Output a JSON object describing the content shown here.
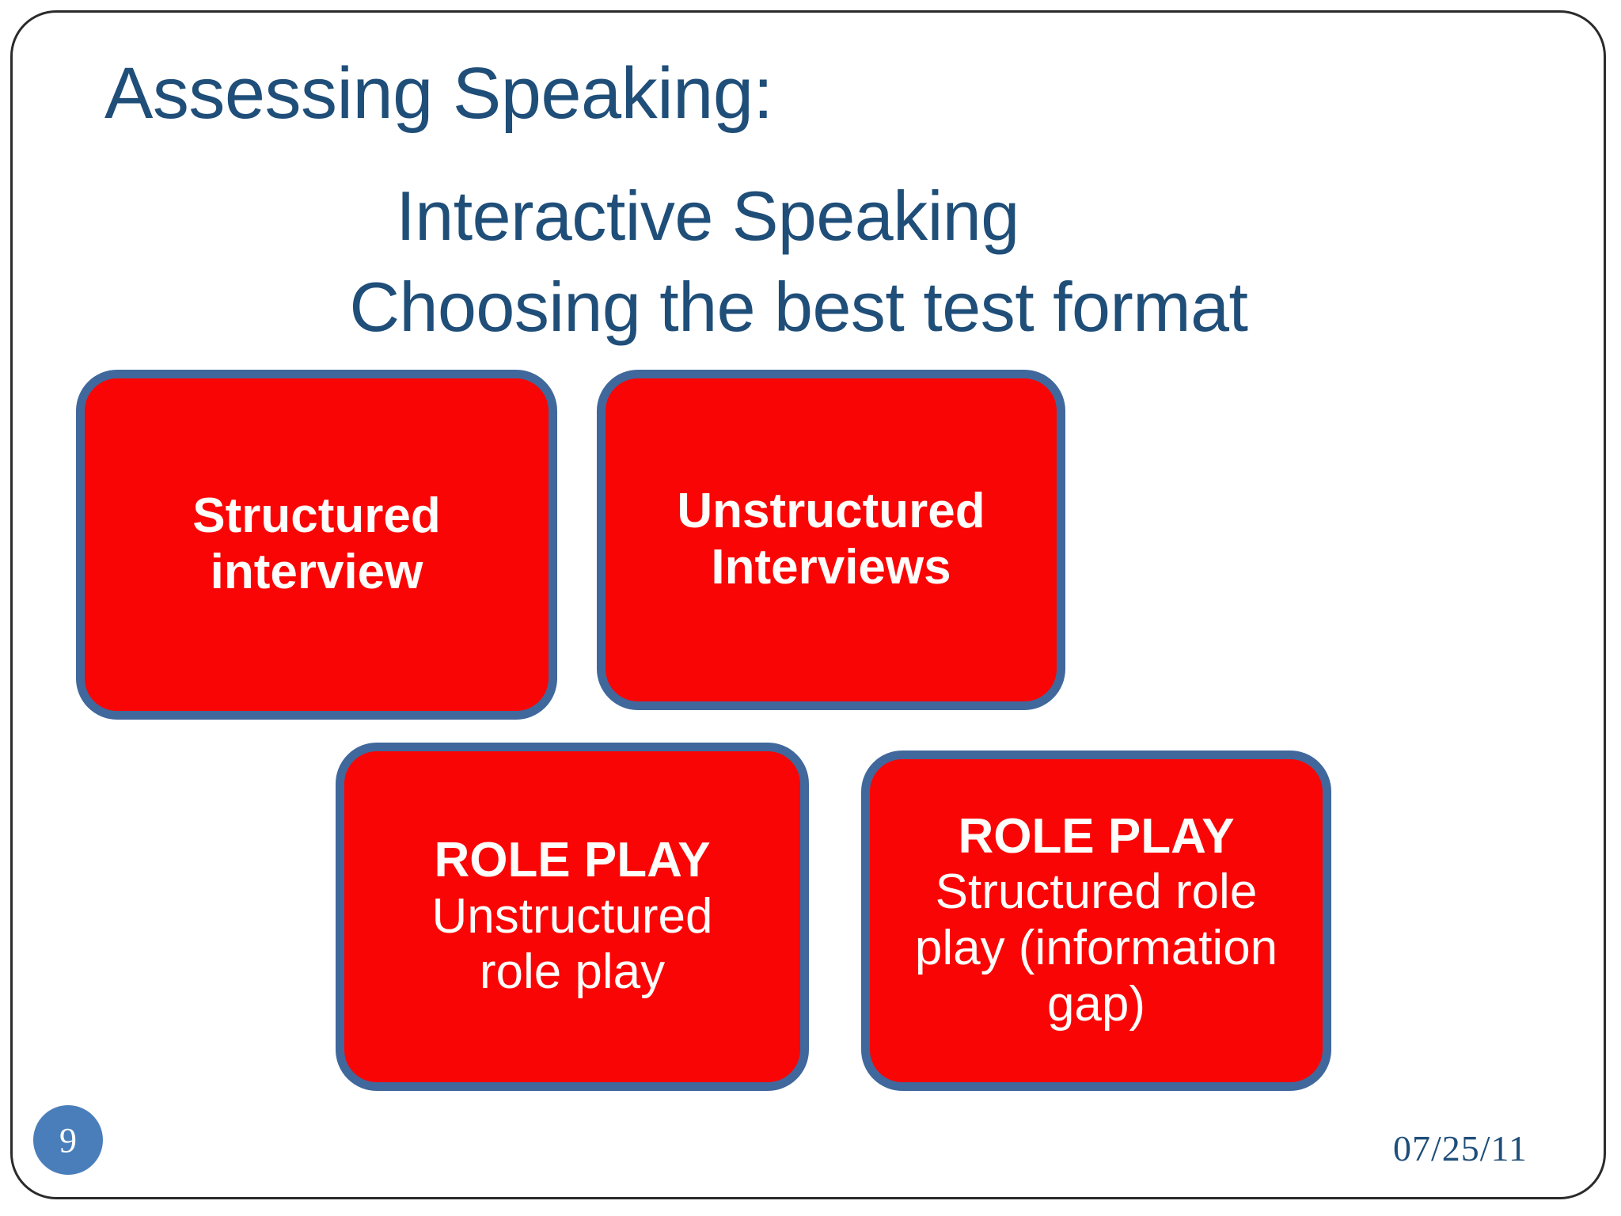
{
  "slide": {
    "title": "Assessing Speaking:",
    "subtitle_line_1": "Interactive Speaking",
    "subtitle_line_2": "Choosing the best test format",
    "page_number": "9",
    "date": "07/25/11",
    "colors": {
      "heading_blue": "#1F4E79",
      "box_fill_red": "#FA0505",
      "box_border_blue": "#41689C",
      "page_badge_blue": "#4A7EBB",
      "box_text_white": "#FDFDFB",
      "frame_border": "#2B2B2B",
      "background": "#FFFFFF"
    }
  },
  "boxes": [
    {
      "id": "structured-interview",
      "bold_line": "Structured",
      "regular_lines": [
        "interview"
      ],
      "bold_first_only": true
    },
    {
      "id": "unstructured-interviews",
      "bold_line": "Unstructured",
      "regular_lines": [
        "Interviews"
      ],
      "bold_first_only": true
    },
    {
      "id": "role-play-unstructured",
      "bold_line": "ROLE PLAY",
      "regular_lines": [
        "Unstructured",
        "role play"
      ],
      "bold_first_only": true
    },
    {
      "id": "role-play-structured",
      "bold_line": "ROLE PLAY",
      "regular_lines": [
        "Structured role",
        "play (information",
        "gap)"
      ],
      "bold_first_only": true
    }
  ],
  "box_text": {
    "structured_interview_l1": "Structured",
    "structured_interview_l2": "interview",
    "unstructured_interviews_l1": "Unstructured",
    "unstructured_interviews_l2": "Interviews",
    "role_play_unstructured_title": "ROLE PLAY",
    "role_play_unstructured_l1": "Unstructured",
    "role_play_unstructured_l2": "role play",
    "role_play_structured_title": "ROLE PLAY",
    "role_play_structured_l1": "Structured role",
    "role_play_structured_l2": "play (information",
    "role_play_structured_l3": "gap)"
  }
}
